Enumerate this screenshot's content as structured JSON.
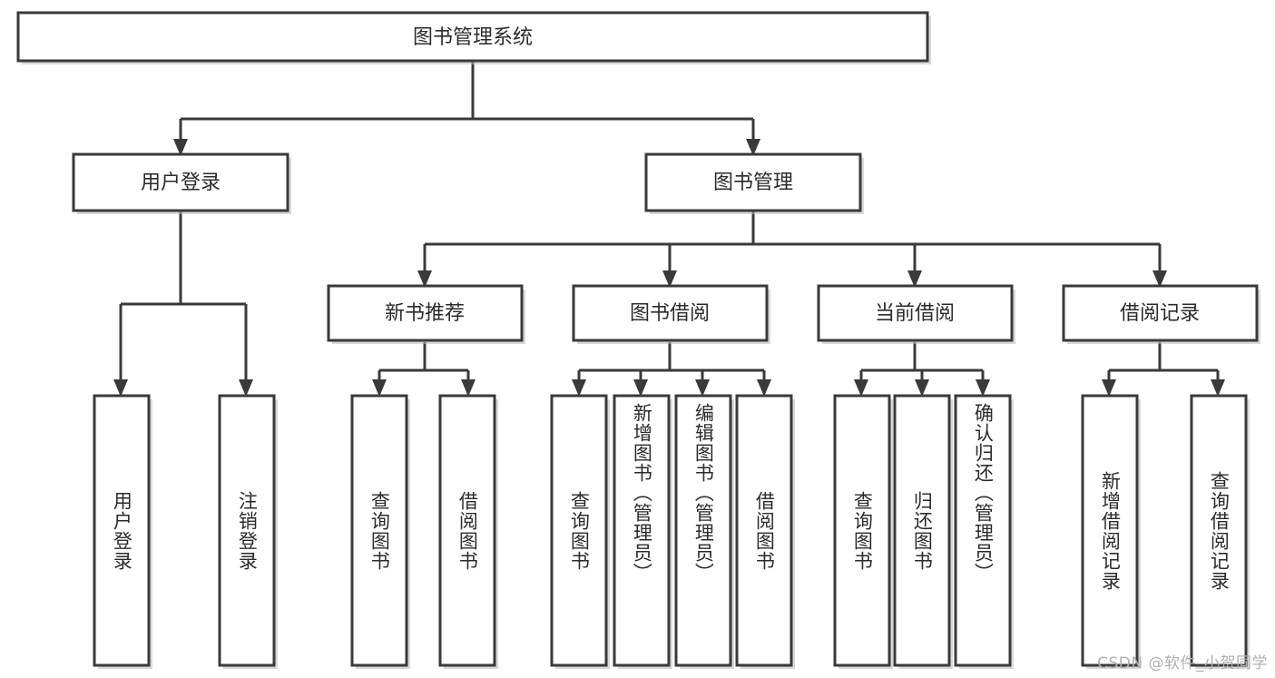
{
  "diagram": {
    "type": "tree",
    "title": "图书管理系统",
    "orientation": "top-down",
    "colors": {
      "background": "#ffffff",
      "box_stroke": "#3a3a3a",
      "box_fill": "#ffffff",
      "connector": "#3a3a3a",
      "text": "#2b2b2b",
      "watermark": "#b0b0b0"
    },
    "levels": {
      "level1": [
        "图书管理系统"
      ],
      "level2": [
        "用户登录",
        "图书管理"
      ],
      "level3": [
        "新书推荐",
        "图书借阅",
        "当前借阅",
        "借阅记录"
      ],
      "level4": [
        "用户登录",
        "注销登录",
        "查询图书",
        "借阅图书",
        "查询图书",
        "新增图书（管理员）",
        "编辑图书（管理员）",
        "借阅图书",
        "查询图书",
        "归还图书",
        "确认归还（管理员）",
        "新增借阅记录",
        "查询借阅记录"
      ]
    },
    "nodes": {
      "root": {
        "label": "图书管理系统"
      },
      "user_login": {
        "label": "用户登录"
      },
      "book_manage": {
        "label": "图书管理"
      },
      "new_book_rec": {
        "label": "新书推荐"
      },
      "book_borrow": {
        "label": "图书借阅"
      },
      "current_borrow": {
        "label": "当前借阅"
      },
      "borrow_record": {
        "label": "借阅记录"
      },
      "leaf_user_login": {
        "label": "用户登录"
      },
      "leaf_logout": {
        "label": "注销登录"
      },
      "leaf_query_book_1": {
        "label": "查询图书"
      },
      "leaf_borrow_book_1": {
        "label": "借阅图书"
      },
      "leaf_query_book_2": {
        "label": "查询图书"
      },
      "leaf_add_book": {
        "label": "新增图书（管理员）"
      },
      "leaf_edit_book": {
        "label": "编辑图书（管理员）"
      },
      "leaf_borrow_book_2": {
        "label": "借阅图书"
      },
      "leaf_query_book_3": {
        "label": "查询图书"
      },
      "leaf_return_book": {
        "label": "归还图书"
      },
      "leaf_confirm_return": {
        "label": "确认归还（管理员）"
      },
      "leaf_add_record": {
        "label": "新增借阅记录"
      },
      "leaf_query_record": {
        "label": "查询借阅记录"
      }
    },
    "edges": [
      {
        "from": "图书管理系统",
        "to": "用户登录"
      },
      {
        "from": "图书管理系统",
        "to": "图书管理"
      },
      {
        "from": "用户登录",
        "to": "用户登录"
      },
      {
        "from": "用户登录",
        "to": "注销登录"
      },
      {
        "from": "图书管理",
        "to": "新书推荐"
      },
      {
        "from": "图书管理",
        "to": "图书借阅"
      },
      {
        "from": "图书管理",
        "to": "当前借阅"
      },
      {
        "from": "图书管理",
        "to": "借阅记录"
      },
      {
        "from": "新书推荐",
        "to": "查询图书"
      },
      {
        "from": "新书推荐",
        "to": "借阅图书"
      },
      {
        "from": "图书借阅",
        "to": "查询图书"
      },
      {
        "from": "图书借阅",
        "to": "新增图书（管理员）"
      },
      {
        "from": "图书借阅",
        "to": "编辑图书（管理员）"
      },
      {
        "from": "图书借阅",
        "to": "借阅图书"
      },
      {
        "from": "当前借阅",
        "to": "查询图书"
      },
      {
        "from": "当前借阅",
        "to": "归还图书"
      },
      {
        "from": "当前借阅",
        "to": "确认归还（管理员）"
      },
      {
        "from": "借阅记录",
        "to": "新增借阅记录"
      },
      {
        "from": "借阅记录",
        "to": "查询借阅记录"
      }
    ]
  },
  "watermark": {
    "text": "CSDN @软件_小贺同学"
  }
}
